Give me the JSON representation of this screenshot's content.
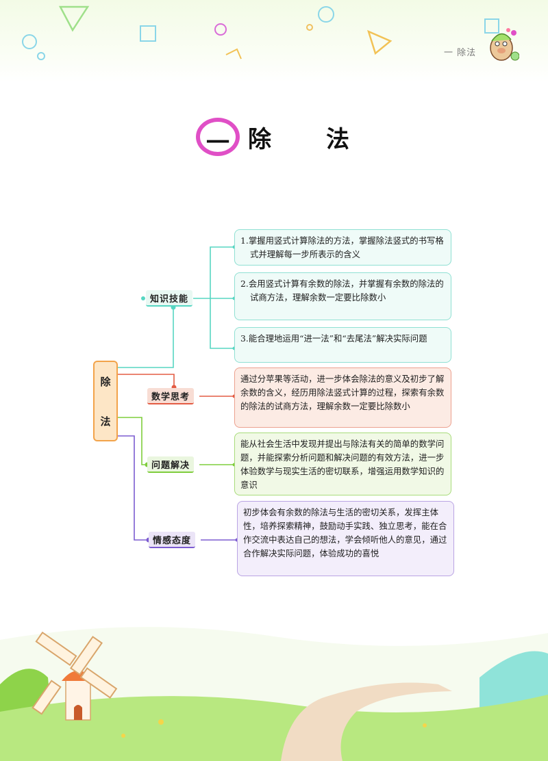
{
  "header": {
    "chapter_label": "一  除法"
  },
  "title": {
    "number": "一",
    "chars": [
      "除",
      "法"
    ]
  },
  "mindmap": {
    "root": [
      "除",
      "法"
    ],
    "categories": [
      {
        "label": "知识技能",
        "items": [
          "1.掌握用竖式计算除法的方法，掌握除法竖式的书写格式并理解每一步所表示的含义",
          "2.会用竖式计算有余数的除法，并掌握有余数的除法的试商方法，理解余数一定要比除数小",
          "3.能合理地运用“进一法”和“去尾法”解决实际问题"
        ]
      },
      {
        "label": "数学思考",
        "text": "通过分苹果等活动，进一步体会除法的意义及初步了解余数的含义，经历用除法竖式计算的过程，探索有余数的除法的试商方法，理解余数一定要比除数小"
      },
      {
        "label": "问题解决",
        "text": "能从社会生活中发现并提出与除法有关的简单的数学问题，并能探索分析问题和解决问题的有效方法，进一步体验数学与现实生活的密切联系，增强运用数学知识的意识"
      },
      {
        "label": "情感态度",
        "text": "初步体会有余数的除法与生活的密切关系，发挥主体性，培养探索精神，鼓励动手实践、独立思考，能在合作交流中表达自己的想法，学会倾听他人的意见，通过合作解决实际问题，体验成功的喜悦"
      }
    ]
  },
  "colors": {
    "title_ring": "#e04fc6",
    "knowledge": "#56d6c2",
    "thinking": "#e35b43",
    "problem": "#7fcd3c",
    "emotion": "#7b5bd0",
    "root_border": "#f2a34a"
  }
}
